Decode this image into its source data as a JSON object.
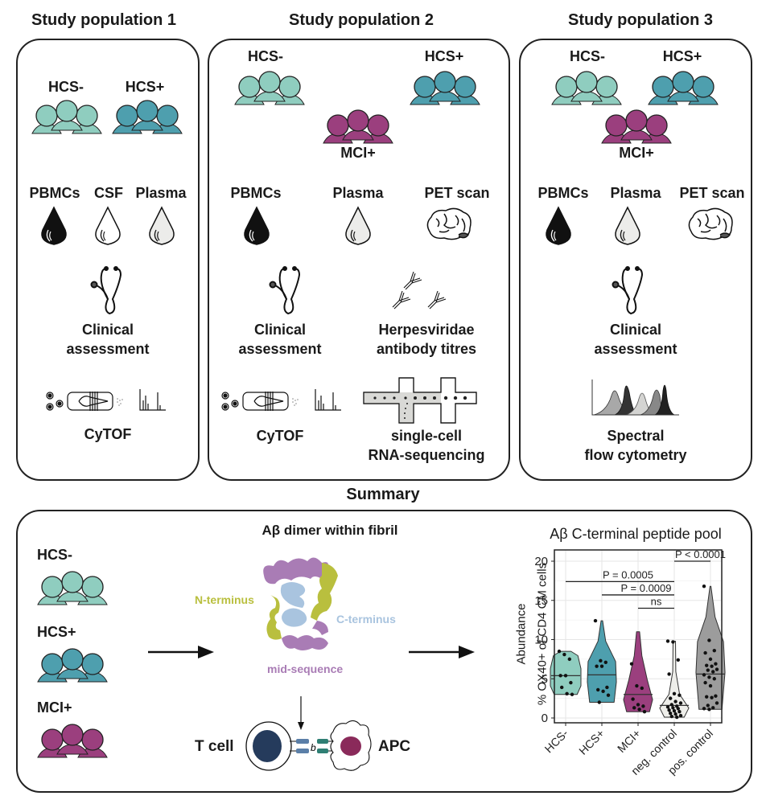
{
  "colors": {
    "hcs_neg": "#8fcdbf",
    "hcs_pos": "#4e9fae",
    "mci_pos": "#9b3f7e",
    "neg_control": "#eeeeea",
    "pos_control": "#9c9c9c",
    "n_terminus": "#b9bf3e",
    "c_terminus": "#a9c4df",
    "mid_sequence": "#a97cb5",
    "t_cell_nucleus": "#253b5c",
    "apc_nucleus": "#8a2a5a"
  },
  "panels": [
    {
      "title": "Study population 1",
      "groups": [
        "HCS-",
        "HCS+"
      ],
      "samples": [
        "PBMCs",
        "CSF",
        "Plasma"
      ],
      "assays": [
        "Clinical assessment",
        "CyTOF"
      ]
    },
    {
      "title": "Study population 2",
      "groups": [
        "HCS-",
        "HCS+",
        "MCI+"
      ],
      "samples": [
        "PBMCs",
        "Plasma",
        "PET scan"
      ],
      "assays": [
        "Clinical assessment",
        "Herpesviridae antibody titres",
        "CyTOF",
        "single-cell RNA-sequencing"
      ]
    },
    {
      "title": "Study population 3",
      "groups": [
        "HCS-",
        "HCS+",
        "MCI+"
      ],
      "samples": [
        "PBMCs",
        "Plasma",
        "PET scan"
      ],
      "assays": [
        "Clinical assessment",
        "Spectral flow cytometry"
      ]
    }
  ],
  "labels": {
    "clinical_l1": "Clinical",
    "clinical_l2": "assessment",
    "herpes_l1": "Herpesviridae",
    "herpes_l2": "antibody titres",
    "cytof": "CyTOF",
    "scrna_l1": "single-cell",
    "scrna_l2": "RNA-sequencing",
    "spectral_l1": "Spectral",
    "spectral_l2": "flow cytometry"
  },
  "summary": {
    "title": "Summary",
    "groups": [
      "HCS-",
      "HCS+",
      "MCI+"
    ],
    "fibril_title": "Aβ dimer within fibril",
    "n_terminus": "N-terminus",
    "c_terminus": "C-terminus",
    "mid_sequence": "mid-sequence",
    "t_cell": "T cell",
    "apc": "APC"
  },
  "chart_data": {
    "type": "violin",
    "title": "Aβ C-terminal peptide pool",
    "ylabel_line1": "Abundance",
    "ylabel_line2": "% OX40+ of CD4 CM cells",
    "xlabel": "",
    "ylim": [
      0,
      20
    ],
    "yticks": [
      0,
      5,
      10,
      15,
      20
    ],
    "grid": true,
    "categories": [
      "HCS-",
      "HCS+",
      "MCI+",
      "neg. control",
      "pos. control"
    ],
    "series": [
      {
        "name": "HCS-",
        "median": 5.4,
        "min": 3.0,
        "max": 8.5,
        "points": [
          8.5,
          8.1,
          7.5,
          5.4,
          5.4,
          4.5,
          3.9,
          3.1,
          3.0
        ]
      },
      {
        "name": "HCS+",
        "median": 5.5,
        "min": 2.0,
        "max": 12.4,
        "points": [
          12.4,
          7.3,
          7.1,
          6.6,
          6.6,
          3.9,
          3.6,
          3.4,
          2.9,
          2.0
        ]
      },
      {
        "name": "MCI+",
        "median": 3.0,
        "min": 0.8,
        "max": 11.0,
        "points": [
          6.9,
          4.1,
          3.8,
          2.4,
          1.7,
          1.5,
          1.3,
          1.1,
          0.8
        ]
      },
      {
        "name": "neg. control",
        "median": 1.6,
        "min": 0.1,
        "max": 9.8,
        "points": [
          9.8,
          9.7,
          7.4,
          5.6,
          3.1,
          2.9,
          2.5,
          2.1,
          1.9,
          1.7,
          1.5,
          1.4,
          1.3,
          1.2,
          1.0,
          0.9,
          0.8,
          0.6,
          0.5,
          0.3,
          0.2,
          0.1
        ]
      },
      {
        "name": "pos. control",
        "median": 5.6,
        "min": 1.1,
        "max": 16.8,
        "points": [
          16.8,
          9.9,
          8.6,
          8.3,
          7.5,
          6.9,
          6.7,
          6.6,
          6.2,
          6.1,
          5.9,
          5.5,
          5.2,
          5.0,
          4.5,
          4.1,
          2.8,
          2.7,
          2.6,
          1.9,
          1.6,
          1.3,
          1.2,
          1.1
        ]
      }
    ],
    "annotations": [
      {
        "text": "P = 0.0005",
        "from": "HCS-",
        "to": "neg. control",
        "y": 17.4
      },
      {
        "text": "P = 0.0009",
        "from": "HCS+",
        "to": "neg. control",
        "y": 15.7
      },
      {
        "text": "ns",
        "from": "MCI+",
        "to": "neg. control",
        "y": 14.0
      },
      {
        "text": "P < 0.0001",
        "from": "neg. control",
        "to": "pos. control",
        "y": 20.0
      }
    ]
  }
}
